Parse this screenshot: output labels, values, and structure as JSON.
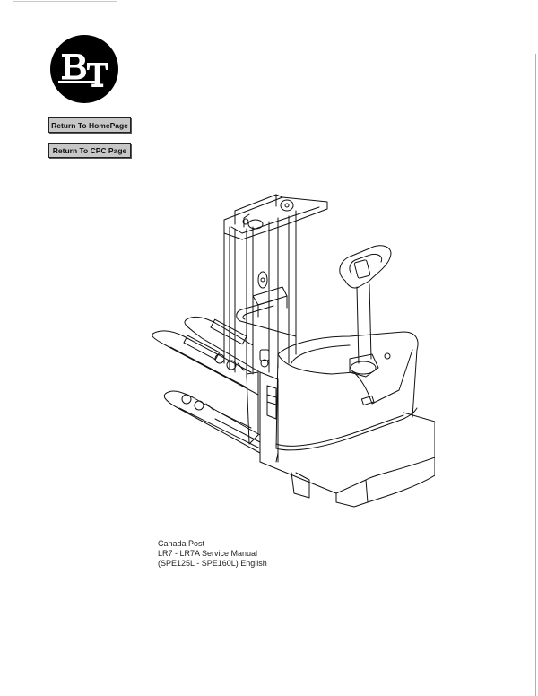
{
  "logo": {
    "text": "BT",
    "icon": "bt-logo-icon"
  },
  "buttons": {
    "home_label": "Return To HomePage",
    "cpc_label": "Return To CPC Page"
  },
  "illustration": {
    "subject": "electric pallet stacker line drawing",
    "icon": "pallet-stacker-illustration"
  },
  "caption": {
    "line1": "Canada Post",
    "line2": "LR7 - LR7A Service Manual",
    "line3": "(SPE125L - SPE160L) English"
  },
  "colors": {
    "button_bg": "#c7c7c7",
    "button_border": "#222222",
    "logo_fill": "#000000",
    "page_bg": "#ffffff"
  }
}
